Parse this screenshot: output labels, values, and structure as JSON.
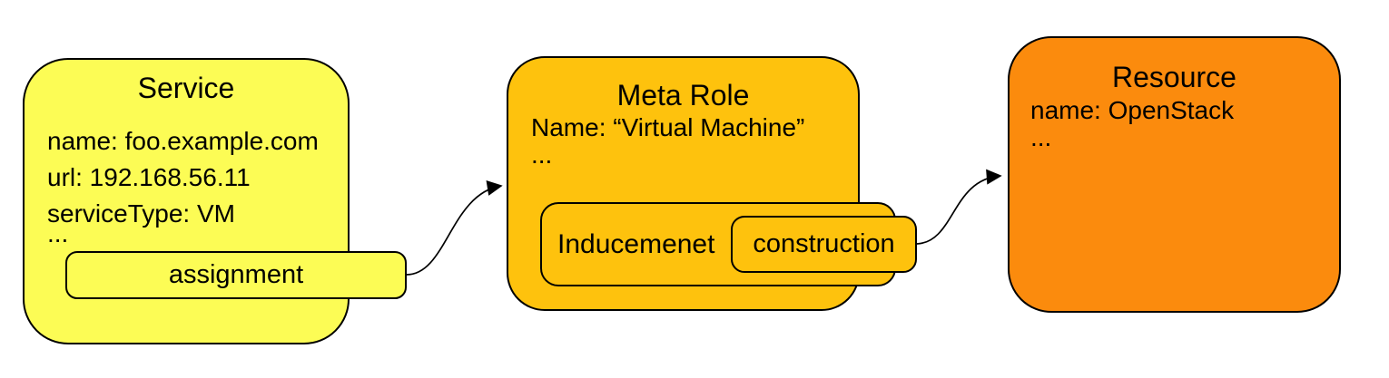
{
  "colors": {
    "background": "#ffffff",
    "border": "#000000",
    "arrow": "#000000",
    "service_fill": "#fcfc55",
    "meta_role_fill": "#fec20d",
    "resource_fill": "#fb8b0d"
  },
  "service": {
    "title": "Service",
    "attributes": [
      "name: foo.example.com",
      "url: 192.168.56.11",
      "serviceType: VM",
      "..."
    ],
    "assignment_label": "assignment"
  },
  "meta_role": {
    "title": "Meta Role",
    "attributes": [
      "Name: “Virtual Machine”",
      "..."
    ],
    "inducement_label": "Inducemenet",
    "construction_label": "construction"
  },
  "resource": {
    "title": "Resource",
    "attributes": [
      "name: OpenStack",
      "..."
    ]
  }
}
